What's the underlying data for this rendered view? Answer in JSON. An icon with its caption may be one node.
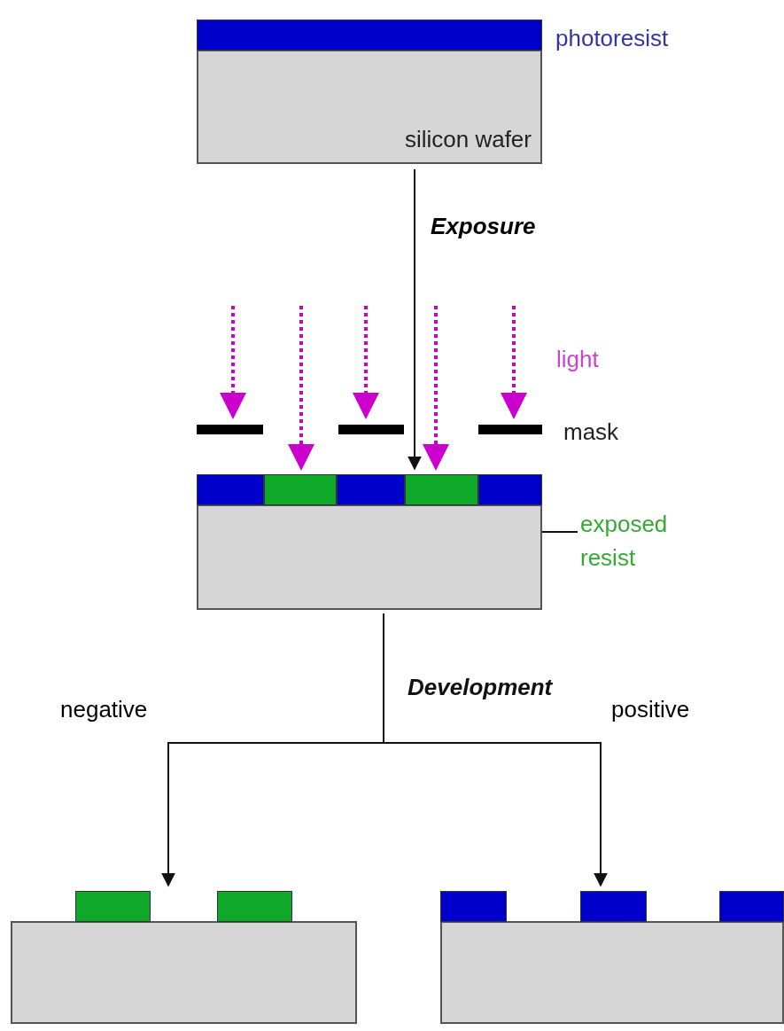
{
  "diagram": {
    "nodes": [
      {
        "text": [
          "silicon wafer"
        ],
        "beside": [
          "photoresist"
        ]
      },
      {
        "text": [],
        "shape": "box"
      },
      {
        "text": [
          "exposed resist"
        ]
      },
      {
        "text": [],
        "shape": "box"
      },
      {
        "text": [],
        "shape": "box"
      },
      {
        "text": [],
        "shape": "box"
      }
    ],
    "edges": [
      {
        "from": 0,
        "to": 1,
        "arrow": "to",
        "label": "Exposure"
      },
      {
        "from": 2,
        "to": 3,
        "arrow": "to"
      },
      {
        "from": 1,
        "to": 4,
        "arrow": "to",
        "label": "negative"
      },
      {
        "from": 1,
        "to": 5,
        "arrow": "to",
        "label": "positive"
      }
    ],
    "labels": [
      "light",
      "mask",
      "Development"
    ]
  }
}
